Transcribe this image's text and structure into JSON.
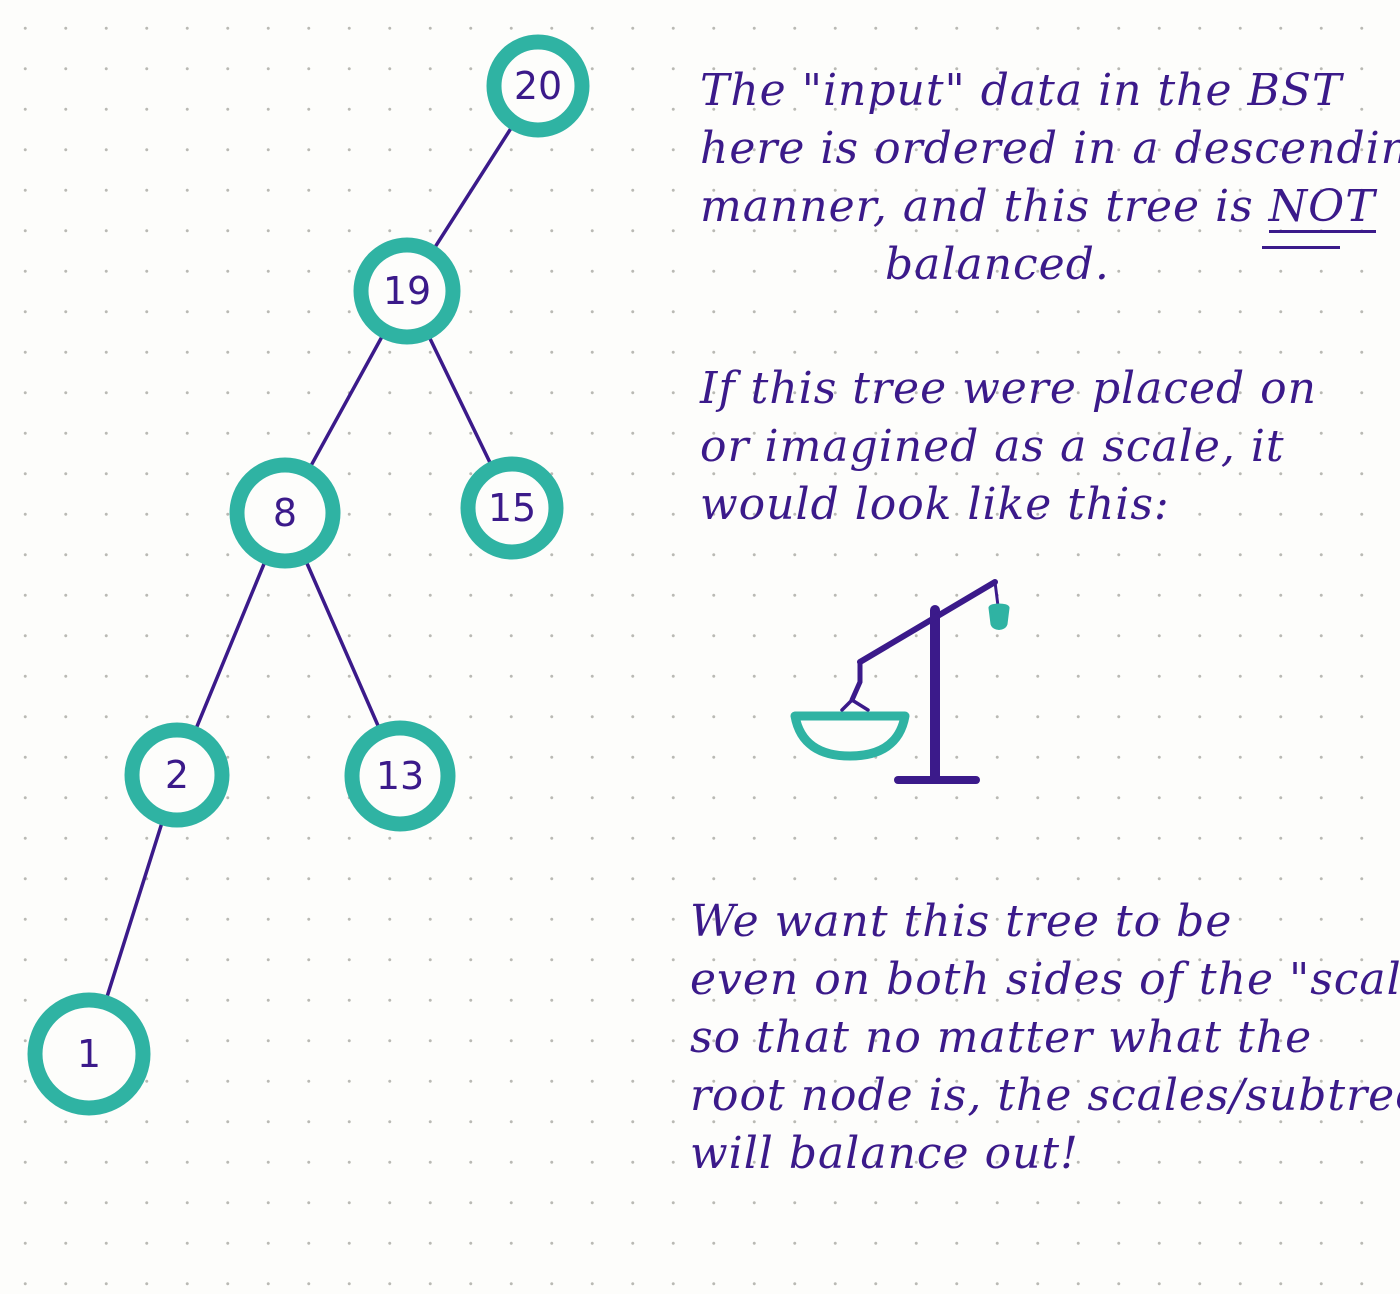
{
  "tree": {
    "nodes": [
      {
        "id": "n20",
        "label": "20"
      },
      {
        "id": "n19",
        "label": "19"
      },
      {
        "id": "n8",
        "label": "8"
      },
      {
        "id": "n15",
        "label": "15"
      },
      {
        "id": "n2",
        "label": "2"
      },
      {
        "id": "n13",
        "label": "13"
      },
      {
        "id": "n1",
        "label": "1"
      }
    ],
    "edges": [
      {
        "from": "n20",
        "to": "n19"
      },
      {
        "from": "n19",
        "to": "n8"
      },
      {
        "from": "n19",
        "to": "n15"
      },
      {
        "from": "n8",
        "to": "n2"
      },
      {
        "from": "n8",
        "to": "n13"
      },
      {
        "from": "n2",
        "to": "n1"
      }
    ]
  },
  "notes": {
    "para1": {
      "line1": "The \"input\" data in the BST",
      "line2": "here is ordered in a descending",
      "line3_pre": "manner, and this tree is ",
      "line3_emph": "NOT",
      "line4": "balanced."
    },
    "para2": {
      "line1": "If this tree were placed on",
      "line2": "or imagined as a scale, it",
      "line3": "would look like this:"
    },
    "para3": {
      "line1": "We want this tree to be",
      "line2": "even on both sides of the \"scale\",",
      "line3": "so that no matter what the",
      "line4": "root node is, the scales/subtrees",
      "line5": "will balance out!"
    }
  },
  "colors": {
    "ink": "#3b1a8a",
    "teal": "#2fb3a3",
    "paper": "#fdfdfb"
  }
}
